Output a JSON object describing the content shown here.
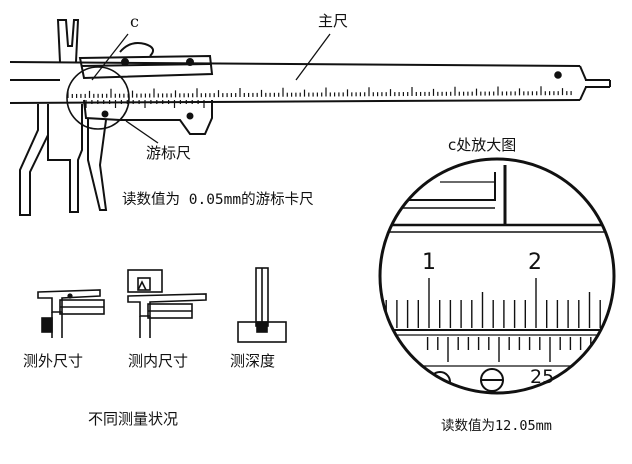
{
  "labels": {
    "c_marker": "c",
    "main_scale": "主尺",
    "vernier_scale": "游标尺",
    "zoom_title": "c处放大图",
    "caliper_caption": "读数值为 0.05mm的游标卡尺",
    "outer_measure": "测外尺寸",
    "inner_measure": "测内尺寸",
    "depth_measure": "测深度",
    "conditions_title": "不同测量状况",
    "reading_result": "读数值为12.05mm"
  },
  "zoom_scale": {
    "main_numbers": [
      "1",
      "2"
    ],
    "vernier_number": "25"
  },
  "colors": {
    "ink": "#111111",
    "background": "#ffffff"
  }
}
